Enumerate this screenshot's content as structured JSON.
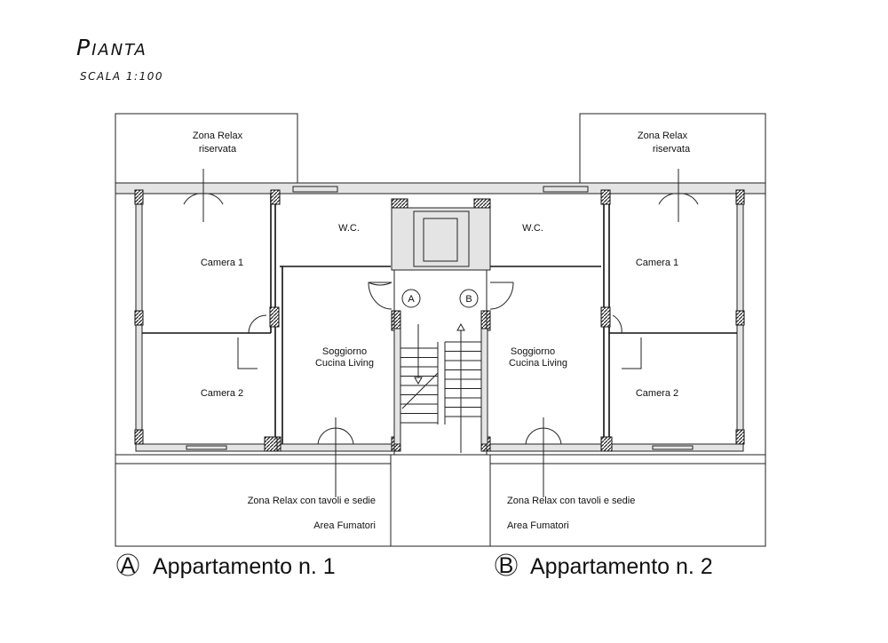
{
  "header": {
    "title": "Pianta",
    "scale": "scala 1:100"
  },
  "rooms": {
    "relax_top_left": [
      "Zona Relax",
      "riservata"
    ],
    "relax_top_right": [
      "Zona Relax",
      "riservata"
    ],
    "wc_left": "W.C.",
    "wc_right": "W.C.",
    "camera1_left": "Camera 1",
    "camera1_right": "Camera 1",
    "camera2_left": "Camera 2",
    "camera2_right": "Camera 2",
    "living_left": [
      "Soggiorno",
      "Cucina Living"
    ],
    "living_right": [
      "Soggiorno",
      "Cucina Living"
    ],
    "patio_left": [
      "Zona Relax con tavoli e sedie",
      "Area Fumatori"
    ],
    "patio_right": [
      "Zona Relax con tavoli e sedie",
      "Area Fumatori"
    ]
  },
  "markers": {
    "a": "A",
    "b": "B"
  },
  "legend": [
    {
      "marker": "A",
      "label": "Appartamento n. 1"
    },
    {
      "marker": "B",
      "label": "Appartamento n. 2"
    }
  ]
}
